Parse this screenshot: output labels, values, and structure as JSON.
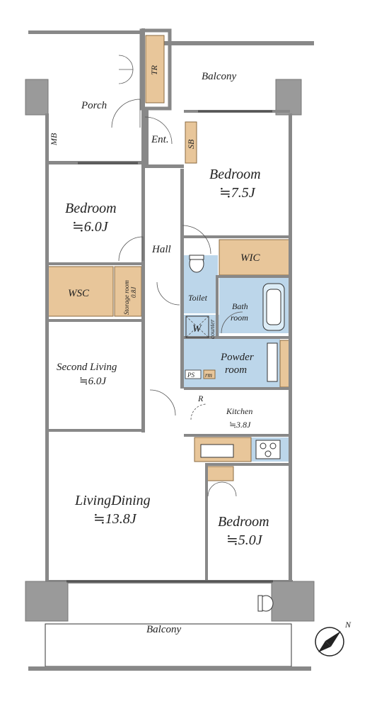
{
  "rooms": {
    "porch": "Porch",
    "balcony_top": "Balcony",
    "tr": "TR",
    "mb": "MB",
    "entrance": "Ent.",
    "sb": "SB",
    "bedroom_ne_name": "Bedroom",
    "bedroom_ne_size": "≒7.5J",
    "bedroom_w_name": "Bedroom",
    "bedroom_w_size": "≒6.0J",
    "hall": "Hall",
    "wic": "WIC",
    "wsc": "WSC",
    "storage_name": "Storage room",
    "storage_size": "0.8J",
    "toilet": "Toilet",
    "bath_line1": "Bath",
    "bath_line2": "room",
    "w": "W",
    "counter": "counter",
    "powder_line1": "Powder",
    "powder_line2": "room",
    "second_living_name": "Second Living",
    "second_living_size": "≒6.0J",
    "ps": "PS",
    "rm": "rm",
    "r": "R",
    "kitchen_name": "Kitchen",
    "kitchen_size": "≒3.8J",
    "living_name": "LivingDining",
    "living_size": "≒13.8J",
    "bedroom_se_name": "Bedroom",
    "bedroom_se_size": "≒5.0J",
    "balcony_bottom": "Balcony"
  },
  "compass": {
    "label": "N",
    "icon": "north-arrow-icon"
  },
  "colors": {
    "wood": "#e8c69a",
    "wet": "#bcd6ea",
    "wall": "#888888"
  }
}
